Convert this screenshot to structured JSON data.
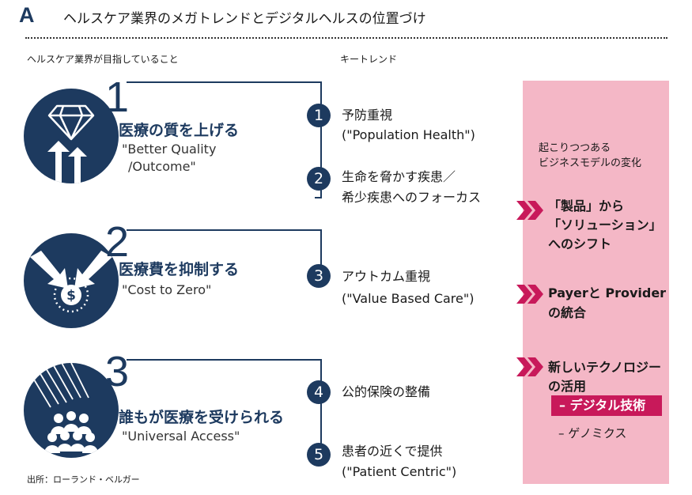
{
  "header": {
    "letter": "A",
    "title": "ヘルスケア業界のメガトレンドとデジタルヘルスの位置づけ"
  },
  "columns": {
    "left_heading": "ヘルスケア業界が目指していること",
    "right_heading": "キートレンド"
  },
  "goals": [
    {
      "num": "1",
      "title": "医療の質を上げる",
      "sub1": "\"Better Quality",
      "sub2": "/Outcome\""
    },
    {
      "num": "2",
      "title": "医療費を抑制する",
      "sub1": "\"Cost to Zero\""
    },
    {
      "num": "3",
      "title": "誰もが医療を受けられる",
      "sub1": "\"Universal Access\""
    }
  ],
  "icons": {
    "goal1": "diamond-arrows-icon",
    "goal2": "coin-squeeze-icon",
    "goal3": "crowd-icon"
  },
  "trends": [
    {
      "num": "1",
      "line1": "予防重視",
      "line2": "(\"Population Health\")"
    },
    {
      "num": "2",
      "line1": "生命を脅かす疾患／",
      "line2": "希少疾患へのフォーカス"
    },
    {
      "num": "3",
      "line1": "アウトカム重視",
      "line2": "(\"Value Based Care\")"
    },
    {
      "num": "4",
      "line1": "公的保険の整備"
    },
    {
      "num": "5",
      "line1": "患者の近くで提供",
      "line2": "(\"Patient Centric\")"
    }
  ],
  "panel": {
    "heading1": "起こりつつある",
    "heading2": "ビジネスモデルの変化",
    "changes": [
      {
        "lines": [
          "「製品」から",
          "「ソリューション」",
          "へのシフト"
        ]
      },
      {
        "lines": [
          "Payerと Provider",
          "の統合"
        ]
      },
      {
        "lines": [
          "新しいテクノロジー",
          "の活用"
        ]
      }
    ],
    "highlight": "– デジタル技術",
    "genomics": "– ゲノミクス"
  },
  "source": "出所：ローランド・ベルガー",
  "colors": {
    "navy": "#1d3a5f",
    "pink_panel": "#f4b7c6",
    "magenta": "#c8195a"
  }
}
